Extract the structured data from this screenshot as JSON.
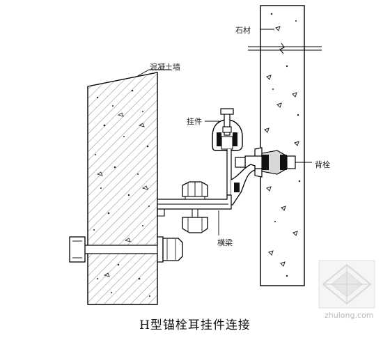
{
  "labels": {
    "stone": "石材",
    "concrete_wall": "混凝土墙",
    "hanger": "挂件",
    "back_bolt": "背栓",
    "beam": "横梁"
  },
  "caption": "H型锚栓耳挂件连接",
  "watermark": "zhulong.com"
}
